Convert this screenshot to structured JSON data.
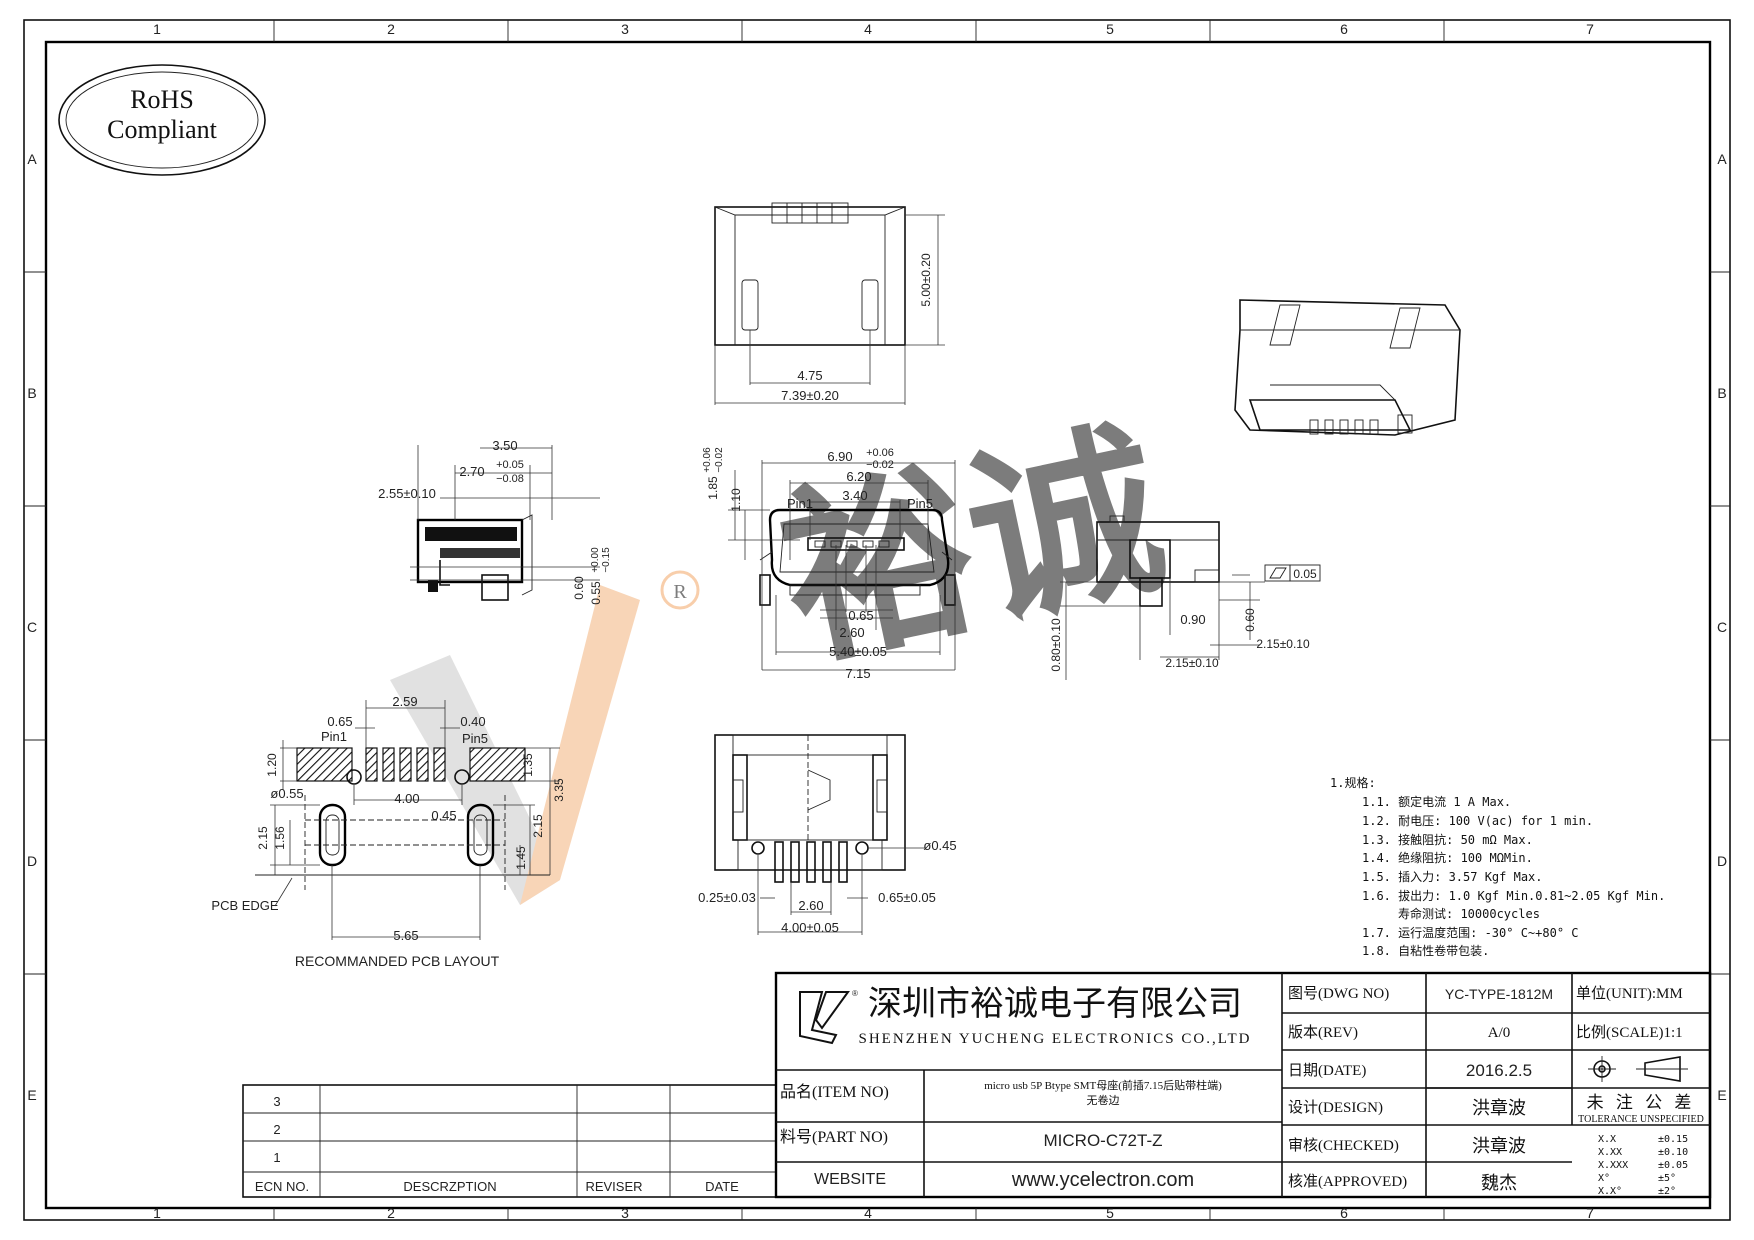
{
  "frame": {
    "col_labels": [
      "1",
      "2",
      "3",
      "4",
      "5",
      "6",
      "7"
    ],
    "row_labels": [
      "A",
      "B",
      "C",
      "D",
      "E"
    ]
  },
  "rohs": {
    "line1": "RoHS",
    "line2": "Compliant"
  },
  "views": {
    "top": {
      "dims": [
        "5.00±0.20",
        "4.75",
        "7.39±0.20"
      ]
    },
    "side": {
      "dims": [
        "3.50",
        "2.70",
        "+0.05",
        "−0.08",
        "2.55±0.10",
        "0.60",
        "0.55",
        "+0.00",
        "−0.15"
      ]
    },
    "front": {
      "dims": [
        "6.90",
        "+0.06",
        "−0.02",
        "6.20",
        "3.40",
        "1.85",
        "+0.06",
        "−0.02",
        "1.10",
        "0.65",
        "2.60",
        "5.40±0.05",
        "7.15"
      ],
      "pin1": "Pin1",
      "pin5": "Pin5"
    },
    "right": {
      "dims": [
        "0.05",
        "0.90",
        "0.60",
        "2.15±0.10",
        "2.15±0.10",
        "0.80±0.10"
      ]
    },
    "bottom": {
      "dims": [
        "ø0.45",
        "0.25±0.03",
        "2.60",
        "0.65±0.05",
        "4.00±0.05"
      ]
    },
    "pcb": {
      "dims": [
        "2.59",
        "0.65",
        "0.40",
        "1.20",
        "1.35",
        "3.35",
        "ø0.55",
        "4.00",
        "0.45",
        "2.15",
        "1.56",
        "2.15",
        "1.45",
        "5.65"
      ],
      "pin1": "Pin1",
      "pin5": "Pin5",
      "edge": "PCB EDGE",
      "title": "RECOMMANDED PCB LAYOUT"
    }
  },
  "specs": {
    "title": "1.规格:",
    "items": [
      "1.1. 额定电流 1 A Max.",
      "1.2. 耐电压: 100 V(ac) for 1 min.",
      "1.3. 接触阻抗: 50 mΩ  Max.",
      "1.4. 绝缘阻抗: 100 MΩMin.",
      "1.5. 插入力: 3.57 Kgf Max.",
      "1.6. 拔出力: 1.0 Kgf Min.0.81~2.05 Kgf Min.",
      "寿命测试: 10000cycles",
      "1.7. 运行温度范围: -30° C~+80° C",
      "1.8. 自粘性卷带包装."
    ]
  },
  "company": {
    "name_cn": "深圳市裕诚电子有限公司",
    "name_en": "SHENZHEN YUCHENG ELECTRONICS CO.,LTD"
  },
  "title_block": {
    "item_label": "品名(ITEM NO)",
    "item_value_line1": "micro usb 5P Btype SMT母座(前插7.15后贴带柱端)",
    "item_value_line2": "无卷边",
    "part_label": "料号(PART NO)",
    "part_value": "MICRO-C72T-Z",
    "website_label": "WEBSITE",
    "website_value": "www.ycelectron.com",
    "dwg_label": "图号(DWG NO)",
    "dwg_value": "YC-TYPE-1812M",
    "rev_label": "版本(REV)",
    "rev_value": "A/0",
    "date_label": "日期(DATE)",
    "date_value": "2016.2.5",
    "design_label": "设计(DESIGN)",
    "design_value": "洪章波",
    "checked_label": "审核(CHECKED)",
    "checked_value": "洪章波",
    "approved_label": "核准(APPROVED)",
    "approved_value": "魏杰",
    "unit_label": "单位(UNIT):MM",
    "scale_label": "比例(SCALE)1:1",
    "tol_cn": "未 注 公 差",
    "tol_en": "TOLERANCE UNSPECIFIED",
    "tolerances": [
      {
        "k": "X.X",
        "v": "±0.15"
      },
      {
        "k": "X.XX",
        "v": "±0.10"
      },
      {
        "k": "X.XXX",
        "v": "±0.05"
      },
      {
        "k": "X°",
        "v": "±5°"
      },
      {
        "k": "X.X°",
        "v": "±2°"
      }
    ]
  },
  "revision_table": {
    "rows": [
      "3",
      "2",
      "1"
    ],
    "headers": [
      "ECN NO.",
      "DESCRZPTION",
      "REVISER",
      "DATE"
    ]
  },
  "watermark_color": "#7ee08a",
  "watermark_accent": "#f2a766"
}
